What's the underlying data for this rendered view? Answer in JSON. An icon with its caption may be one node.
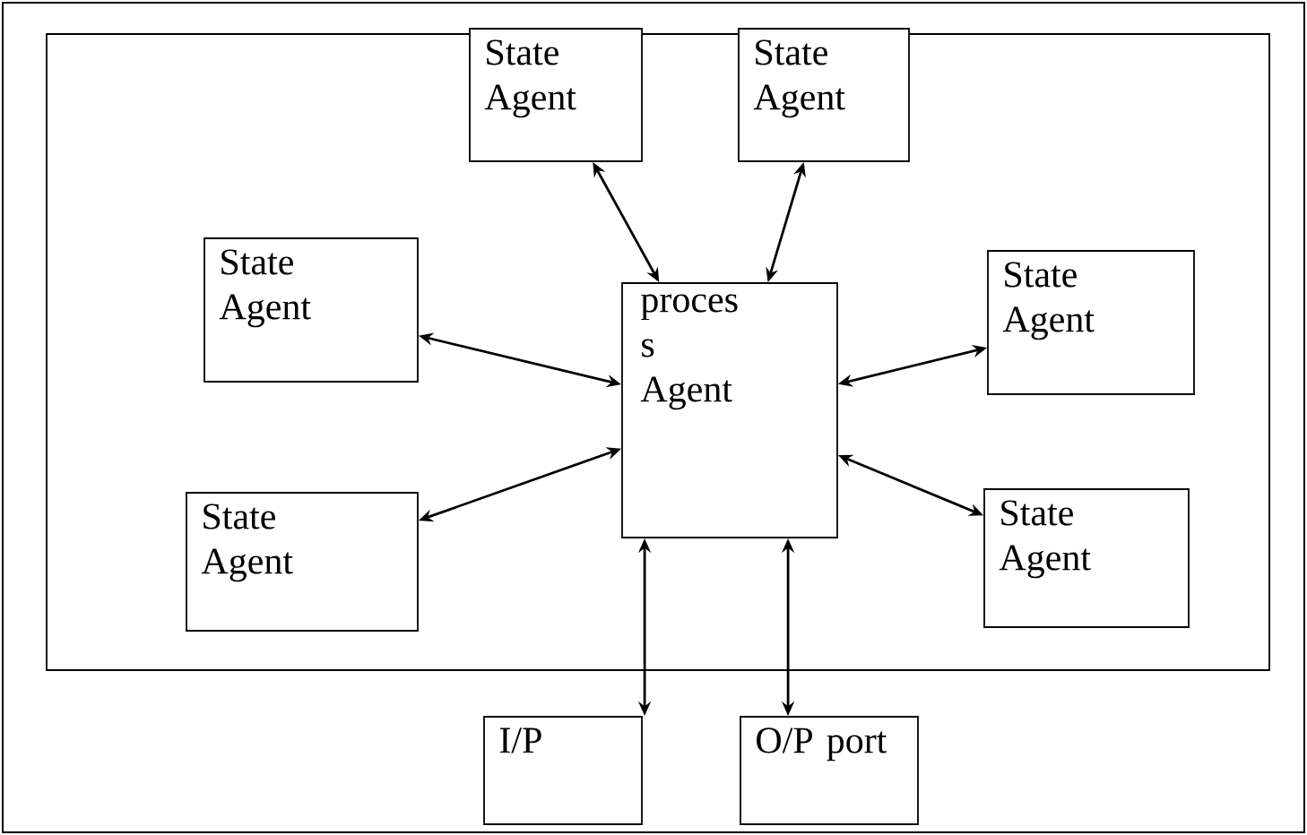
{
  "diagram": {
    "nodes": [
      {
        "text": [],
        "shape": "box"
      },
      {
        "text": [
          "State Agent"
        ],
        "in": 0
      },
      {
        "text": [
          "State Agent"
        ],
        "in": 0
      },
      {
        "text": [
          "State Agent"
        ],
        "in": 0
      },
      {
        "text": [
          "proces s Agent"
        ],
        "in": 0
      },
      {
        "text": [
          "State Agent"
        ],
        "in": 0
      },
      {
        "text": [
          "State Agent"
        ],
        "in": 0
      },
      {
        "text": [
          "State Agent"
        ],
        "in": 0
      },
      {
        "text": [
          "I/P"
        ]
      },
      {
        "text": [
          "O/P port"
        ]
      }
    ],
    "edges": [
      {
        "from": 1,
        "to": 4,
        "arrow": "both"
      },
      {
        "from": 2,
        "to": 4,
        "arrow": "both"
      },
      {
        "from": 3,
        "to": 4,
        "arrow": "both"
      },
      {
        "from": 5,
        "to": 4,
        "arrow": "both"
      },
      {
        "from": 6,
        "to": 4,
        "arrow": "both"
      },
      {
        "from": 7,
        "to": 4,
        "arrow": "both"
      },
      {
        "from": 4,
        "to": 8,
        "arrow": "both"
      },
      {
        "from": 4,
        "to": 9,
        "arrow": "both"
      }
    ]
  }
}
